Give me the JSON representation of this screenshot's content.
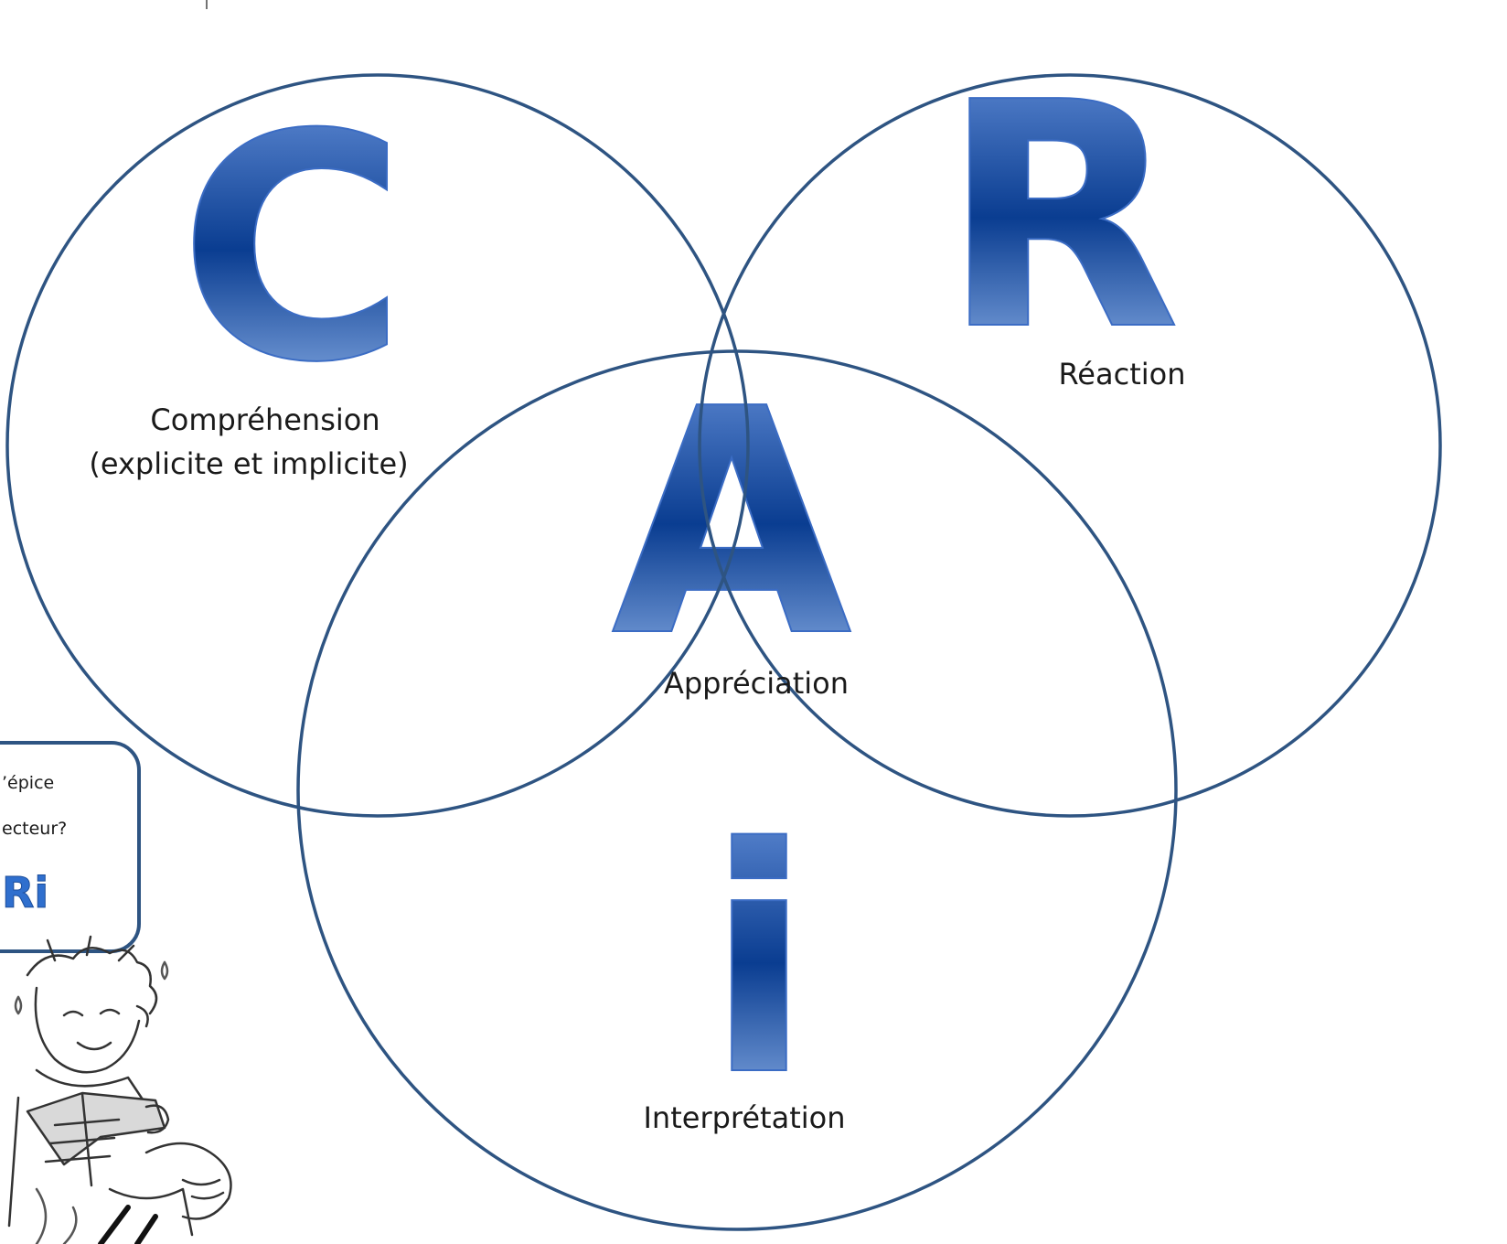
{
  "diagram": {
    "circles": [
      {
        "id": "C",
        "letter": "C",
        "caption_lines": [
          "Compréhension",
          "(explicite et implicite)"
        ]
      },
      {
        "id": "R",
        "letter": "R",
        "caption_lines": [
          "Réaction"
        ]
      },
      {
        "id": "I",
        "letter": "i",
        "caption_lines": [
          "Interprétation"
        ]
      }
    ],
    "center": {
      "letter": "A",
      "caption": "Appréciation"
    }
  },
  "side_box": {
    "line1": "’épice",
    "line2": "ecteur?",
    "logo_text": "Ri"
  },
  "colors": {
    "circle_stroke": "#2e5482",
    "letter_dark": "#0a3d91",
    "letter_light": "#8fb4ee",
    "text": "#1a1a1a"
  },
  "illustration": {
    "icon": "boy-reading-book-icon"
  }
}
